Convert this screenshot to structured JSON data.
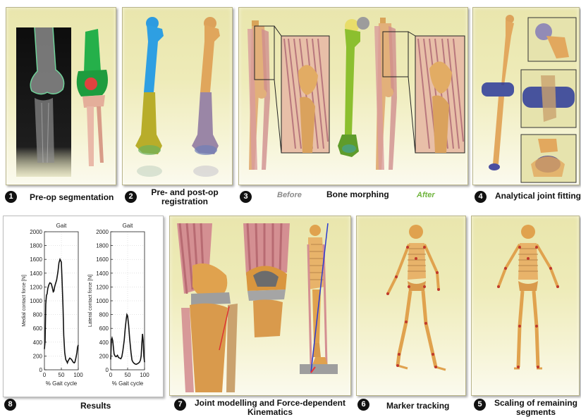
{
  "steps": [
    {
      "number": "1",
      "label": "Pre-op segmentation"
    },
    {
      "number": "2",
      "label_line1": "Pre- and post-op",
      "label_line2": "registration"
    },
    {
      "number": "3",
      "label": "Bone morphing",
      "before": "Before",
      "after": "After"
    },
    {
      "number": "4",
      "label": "Analytical joint fitting"
    },
    {
      "number": "8",
      "label": "Results"
    },
    {
      "number": "7",
      "label_line1": "Joint modelling and Force-dependent",
      "label_line2": "Kinematics"
    },
    {
      "number": "6",
      "label": "Marker tracking"
    },
    {
      "number": "5",
      "label_line1": "Scaling of remaining",
      "label_line2": "segments"
    }
  ],
  "colors": {
    "panel_bg": "#ecebb5",
    "before": "#8a8a8a",
    "after": "#6fb43c",
    "bone": "#e0a95a",
    "muscle": "#d9908f"
  },
  "chart_data": [
    {
      "type": "line",
      "title": "Gait",
      "xlabel": "% Gait cycle",
      "ylabel": "Medial contact force [N]",
      "xlim": [
        0,
        100
      ],
      "ylim": [
        0,
        2000
      ],
      "xticks": [
        0,
        50,
        100
      ],
      "yticks": [
        0,
        200,
        400,
        600,
        800,
        1000,
        1200,
        1400,
        1600,
        1800,
        2000
      ],
      "grid": true,
      "x": [
        0,
        2,
        4,
        6,
        8,
        10,
        13,
        16,
        20,
        23,
        26,
        28,
        30,
        33,
        36,
        40,
        43,
        46,
        50,
        52,
        55,
        57,
        60,
        63,
        66,
        68,
        70,
        75,
        80,
        85,
        88,
        90,
        93,
        96,
        98,
        100
      ],
      "y": [
        300,
        420,
        950,
        1080,
        1100,
        1180,
        1230,
        1260,
        1250,
        1200,
        1130,
        1140,
        1200,
        1250,
        1300,
        1420,
        1550,
        1600,
        1560,
        1300,
        900,
        500,
        250,
        150,
        120,
        100,
        130,
        170,
        150,
        110,
        100,
        110,
        170,
        250,
        330,
        360
      ]
    },
    {
      "type": "line",
      "title": "Gait",
      "xlabel": "% Gait cycle",
      "ylabel": "Lateral contact force [N]",
      "xlim": [
        0,
        100
      ],
      "ylim": [
        0,
        2000
      ],
      "xticks": [
        0,
        50,
        100
      ],
      "yticks": [
        0,
        200,
        400,
        600,
        800,
        1000,
        1200,
        1400,
        1600,
        1800,
        2000
      ],
      "grid": true,
      "x": [
        0,
        2,
        4,
        6,
        8,
        10,
        13,
        16,
        20,
        23,
        26,
        30,
        33,
        36,
        40,
        43,
        46,
        48,
        50,
        53,
        56,
        60,
        63,
        66,
        70,
        75,
        80,
        85,
        88,
        90,
        92,
        94,
        96,
        98,
        100
      ],
      "y": [
        150,
        430,
        460,
        420,
        330,
        230,
        200,
        190,
        210,
        180,
        170,
        160,
        190,
        280,
        430,
        600,
        740,
        800,
        780,
        650,
        450,
        250,
        140,
        110,
        90,
        80,
        90,
        110,
        140,
        200,
        380,
        520,
        420,
        200,
        110
      ]
    }
  ]
}
